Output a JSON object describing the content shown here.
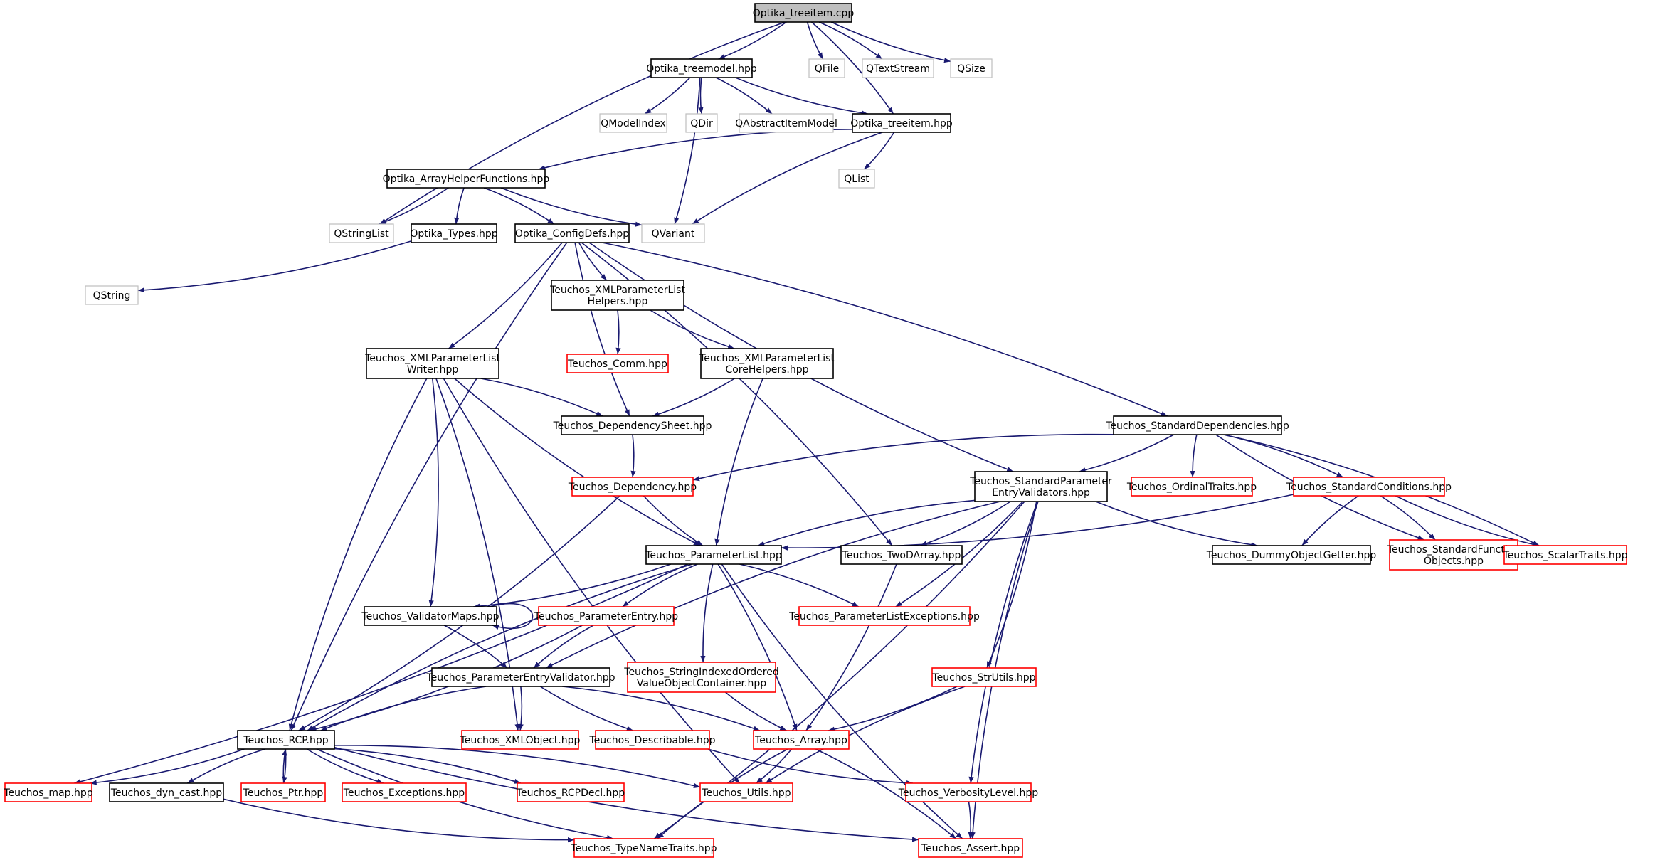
{
  "colors": {
    "edge": "#191970",
    "node_black": "#000000",
    "node_red": "#ff0000",
    "node_gray": "#bfbfbf",
    "node_root_fill": "#bfbfbf",
    "background": "#ffffff"
  },
  "nodes": [
    {
      "id": "n1",
      "lines": [
        "Optika_treeitem.cpp"
      ],
      "style": "root"
    },
    {
      "id": "n2",
      "lines": [
        "Optika_treemodel.hpp"
      ],
      "style": "black"
    },
    {
      "id": "n3",
      "lines": [
        "QFile"
      ],
      "style": "gray"
    },
    {
      "id": "n4",
      "lines": [
        "QTextStream"
      ],
      "style": "gray"
    },
    {
      "id": "n5",
      "lines": [
        "QSize"
      ],
      "style": "gray"
    },
    {
      "id": "n6",
      "lines": [
        "QModelIndex"
      ],
      "style": "gray"
    },
    {
      "id": "n7",
      "lines": [
        "QDir"
      ],
      "style": "gray"
    },
    {
      "id": "n8",
      "lines": [
        "QAbstractItemModel"
      ],
      "style": "gray"
    },
    {
      "id": "n9",
      "lines": [
        "Optika_treeitem.hpp"
      ],
      "style": "black"
    },
    {
      "id": "n10",
      "lines": [
        "Optika_ArrayHelperFunctions.hpp"
      ],
      "style": "black"
    },
    {
      "id": "n11",
      "lines": [
        "QList"
      ],
      "style": "gray"
    },
    {
      "id": "n12",
      "lines": [
        "QStringList"
      ],
      "style": "gray"
    },
    {
      "id": "n13",
      "lines": [
        "Optika_Types.hpp"
      ],
      "style": "black"
    },
    {
      "id": "n14",
      "lines": [
        "Optika_ConfigDefs.hpp"
      ],
      "style": "black"
    },
    {
      "id": "n15",
      "lines": [
        "QVariant"
      ],
      "style": "gray"
    },
    {
      "id": "n16",
      "lines": [
        "QString"
      ],
      "style": "gray"
    },
    {
      "id": "n17",
      "lines": [
        "Teuchos_XMLParameterList",
        "Helpers.hpp"
      ],
      "style": "black"
    },
    {
      "id": "n18",
      "lines": [
        "Teuchos_XMLParameterList",
        "Writer.hpp"
      ],
      "style": "black"
    },
    {
      "id": "n19",
      "lines": [
        "Teuchos_Comm.hpp"
      ],
      "style": "red"
    },
    {
      "id": "n20",
      "lines": [
        "Teuchos_XMLParameterList",
        "CoreHelpers.hpp"
      ],
      "style": "black"
    },
    {
      "id": "n21",
      "lines": [
        "Teuchos_StandardDependencies.hpp"
      ],
      "style": "black"
    },
    {
      "id": "n22",
      "lines": [
        "Teuchos_DependencySheet.hpp"
      ],
      "style": "black"
    },
    {
      "id": "n23",
      "lines": [
        "Teuchos_StandardParameter",
        "EntryValidators.hpp"
      ],
      "style": "black"
    },
    {
      "id": "n24",
      "lines": [
        "Teuchos_Dependency.hpp"
      ],
      "style": "red"
    },
    {
      "id": "n25",
      "lines": [
        "Teuchos_OrdinalTraits.hpp"
      ],
      "style": "red"
    },
    {
      "id": "n26",
      "lines": [
        "Teuchos_StandardConditions.hpp"
      ],
      "style": "red"
    },
    {
      "id": "n27",
      "lines": [
        "Teuchos_ParameterList.hpp"
      ],
      "style": "black"
    },
    {
      "id": "n28",
      "lines": [
        "Teuchos_TwoDArray.hpp"
      ],
      "style": "black"
    },
    {
      "id": "n29",
      "lines": [
        "Teuchos_DummyObjectGetter.hpp"
      ],
      "style": "black"
    },
    {
      "id": "n30",
      "lines": [
        "Teuchos_StandardFunction",
        "Objects.hpp"
      ],
      "style": "red"
    },
    {
      "id": "n31",
      "lines": [
        "Teuchos_ScalarTraits.hpp"
      ],
      "style": "red"
    },
    {
      "id": "n32",
      "lines": [
        "Teuchos_ValidatorMaps.hpp"
      ],
      "style": "black"
    },
    {
      "id": "n33",
      "lines": [
        "Teuchos_ParameterEntry.hpp"
      ],
      "style": "red"
    },
    {
      "id": "n34",
      "lines": [
        "Teuchos_ParameterListExceptions.hpp"
      ],
      "style": "red"
    },
    {
      "id": "n35",
      "lines": [
        "Teuchos_ParameterEntryValidator.hpp"
      ],
      "style": "black"
    },
    {
      "id": "n36",
      "lines": [
        "Teuchos_StringIndexedOrdered",
        "ValueObjectContainer.hpp"
      ],
      "style": "red"
    },
    {
      "id": "n37",
      "lines": [
        "Teuchos_StrUtils.hpp"
      ],
      "style": "red"
    },
    {
      "id": "n38",
      "lines": [
        "Teuchos_RCP.hpp"
      ],
      "style": "black"
    },
    {
      "id": "n39",
      "lines": [
        "Teuchos_XMLObject.hpp"
      ],
      "style": "red"
    },
    {
      "id": "n40",
      "lines": [
        "Teuchos_Describable.hpp"
      ],
      "style": "red"
    },
    {
      "id": "n41",
      "lines": [
        "Teuchos_Array.hpp"
      ],
      "style": "red"
    },
    {
      "id": "n42",
      "lines": [
        "Teuchos_map.hpp"
      ],
      "style": "red"
    },
    {
      "id": "n43",
      "lines": [
        "Teuchos_dyn_cast.hpp"
      ],
      "style": "black"
    },
    {
      "id": "n44",
      "lines": [
        "Teuchos_Ptr.hpp"
      ],
      "style": "red"
    },
    {
      "id": "n45",
      "lines": [
        "Teuchos_Exceptions.hpp"
      ],
      "style": "red"
    },
    {
      "id": "n46",
      "lines": [
        "Teuchos_RCPDecl.hpp"
      ],
      "style": "red"
    },
    {
      "id": "n47",
      "lines": [
        "Teuchos_Utils.hpp"
      ],
      "style": "red"
    },
    {
      "id": "n48",
      "lines": [
        "Teuchos_VerbosityLevel.hpp"
      ],
      "style": "red"
    },
    {
      "id": "n49",
      "lines": [
        "Teuchos_TypeNameTraits.hpp"
      ],
      "style": "red"
    },
    {
      "id": "n50",
      "lines": [
        "Teuchos_Assert.hpp"
      ],
      "style": "red"
    }
  ],
  "edges": [
    [
      "n1",
      "n2"
    ],
    [
      "n1",
      "n3"
    ],
    [
      "n1",
      "n4"
    ],
    [
      "n1",
      "n5"
    ],
    [
      "n1",
      "n9"
    ],
    [
      "n1",
      "n12"
    ],
    [
      "n2",
      "n6"
    ],
    [
      "n2",
      "n7"
    ],
    [
      "n2",
      "n8"
    ],
    [
      "n2",
      "n9"
    ],
    [
      "n2",
      "n15"
    ],
    [
      "n9",
      "n10"
    ],
    [
      "n9",
      "n11"
    ],
    [
      "n9",
      "n15"
    ],
    [
      "n10",
      "n12"
    ],
    [
      "n10",
      "n13"
    ],
    [
      "n10",
      "n14"
    ],
    [
      "n10",
      "n15"
    ],
    [
      "n13",
      "n16"
    ],
    [
      "n14",
      "n17"
    ],
    [
      "n14",
      "n18"
    ],
    [
      "n14",
      "n22"
    ],
    [
      "n14",
      "n28"
    ],
    [
      "n14",
      "n23"
    ],
    [
      "n14",
      "n21"
    ],
    [
      "n14",
      "n38"
    ],
    [
      "n17",
      "n19"
    ],
    [
      "n17",
      "n20"
    ],
    [
      "n20",
      "n22"
    ],
    [
      "n20",
      "n27"
    ],
    [
      "n18",
      "n22"
    ],
    [
      "n18",
      "n27"
    ],
    [
      "n18",
      "n32"
    ],
    [
      "n18",
      "n38"
    ],
    [
      "n18",
      "n39"
    ],
    [
      "n18",
      "n47"
    ],
    [
      "n22",
      "n24"
    ],
    [
      "n24",
      "n27"
    ],
    [
      "n24",
      "n38"
    ],
    [
      "n21",
      "n24"
    ],
    [
      "n21",
      "n23"
    ],
    [
      "n21",
      "n25"
    ],
    [
      "n21",
      "n26"
    ],
    [
      "n21",
      "n30"
    ],
    [
      "n21",
      "n31"
    ],
    [
      "n23",
      "n27"
    ],
    [
      "n23",
      "n28"
    ],
    [
      "n23",
      "n29"
    ],
    [
      "n23",
      "n34"
    ],
    [
      "n23",
      "n35"
    ],
    [
      "n23",
      "n37"
    ],
    [
      "n23",
      "n48"
    ],
    [
      "n23",
      "n49"
    ],
    [
      "n23",
      "n50"
    ],
    [
      "n26",
      "n27"
    ],
    [
      "n26",
      "n29"
    ],
    [
      "n26",
      "n30"
    ],
    [
      "n26",
      "n31"
    ],
    [
      "n27",
      "n32"
    ],
    [
      "n27",
      "n33"
    ],
    [
      "n27",
      "n34"
    ],
    [
      "n27",
      "n36"
    ],
    [
      "n27",
      "n41"
    ],
    [
      "n27",
      "n38"
    ],
    [
      "n27",
      "n42"
    ],
    [
      "n27",
      "n50"
    ],
    [
      "n28",
      "n41"
    ],
    [
      "n32",
      "n32"
    ],
    [
      "n32",
      "n35"
    ],
    [
      "n33",
      "n35"
    ],
    [
      "n33",
      "n38"
    ],
    [
      "n35",
      "n38"
    ],
    [
      "n35",
      "n39"
    ],
    [
      "n35",
      "n40"
    ],
    [
      "n35",
      "n41"
    ],
    [
      "n36",
      "n41"
    ],
    [
      "n37",
      "n41"
    ],
    [
      "n37",
      "n47"
    ],
    [
      "n38",
      "n42"
    ],
    [
      "n38",
      "n43"
    ],
    [
      "n38",
      "n44"
    ],
    [
      "n38",
      "n45"
    ],
    [
      "n38",
      "n46"
    ],
    [
      "n38",
      "n49"
    ],
    [
      "n38",
      "n47"
    ],
    [
      "n38",
      "n50"
    ],
    [
      "n44",
      "n38"
    ],
    [
      "n40",
      "n48"
    ],
    [
      "n41",
      "n47"
    ],
    [
      "n41",
      "n49"
    ],
    [
      "n41",
      "n50"
    ],
    [
      "n43",
      "n49"
    ],
    [
      "n48",
      "n50"
    ]
  ]
}
